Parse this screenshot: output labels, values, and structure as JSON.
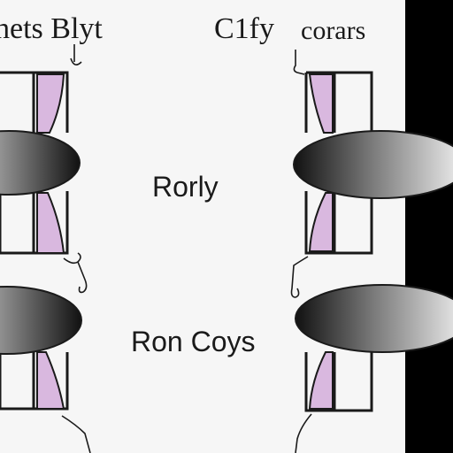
{
  "labels": {
    "top_left": "hets Blyt",
    "top_right_a": "C1fy",
    "top_right_b": "corars",
    "middle": "Rorly",
    "lower": "Ron Coys"
  },
  "colors": {
    "background": "#f6f6f6",
    "right_band": "#000000",
    "petal": "#d9b8df",
    "outline": "#1a1a1a",
    "disc_dark": "#111111",
    "disc_light": "#f3f3f3"
  }
}
